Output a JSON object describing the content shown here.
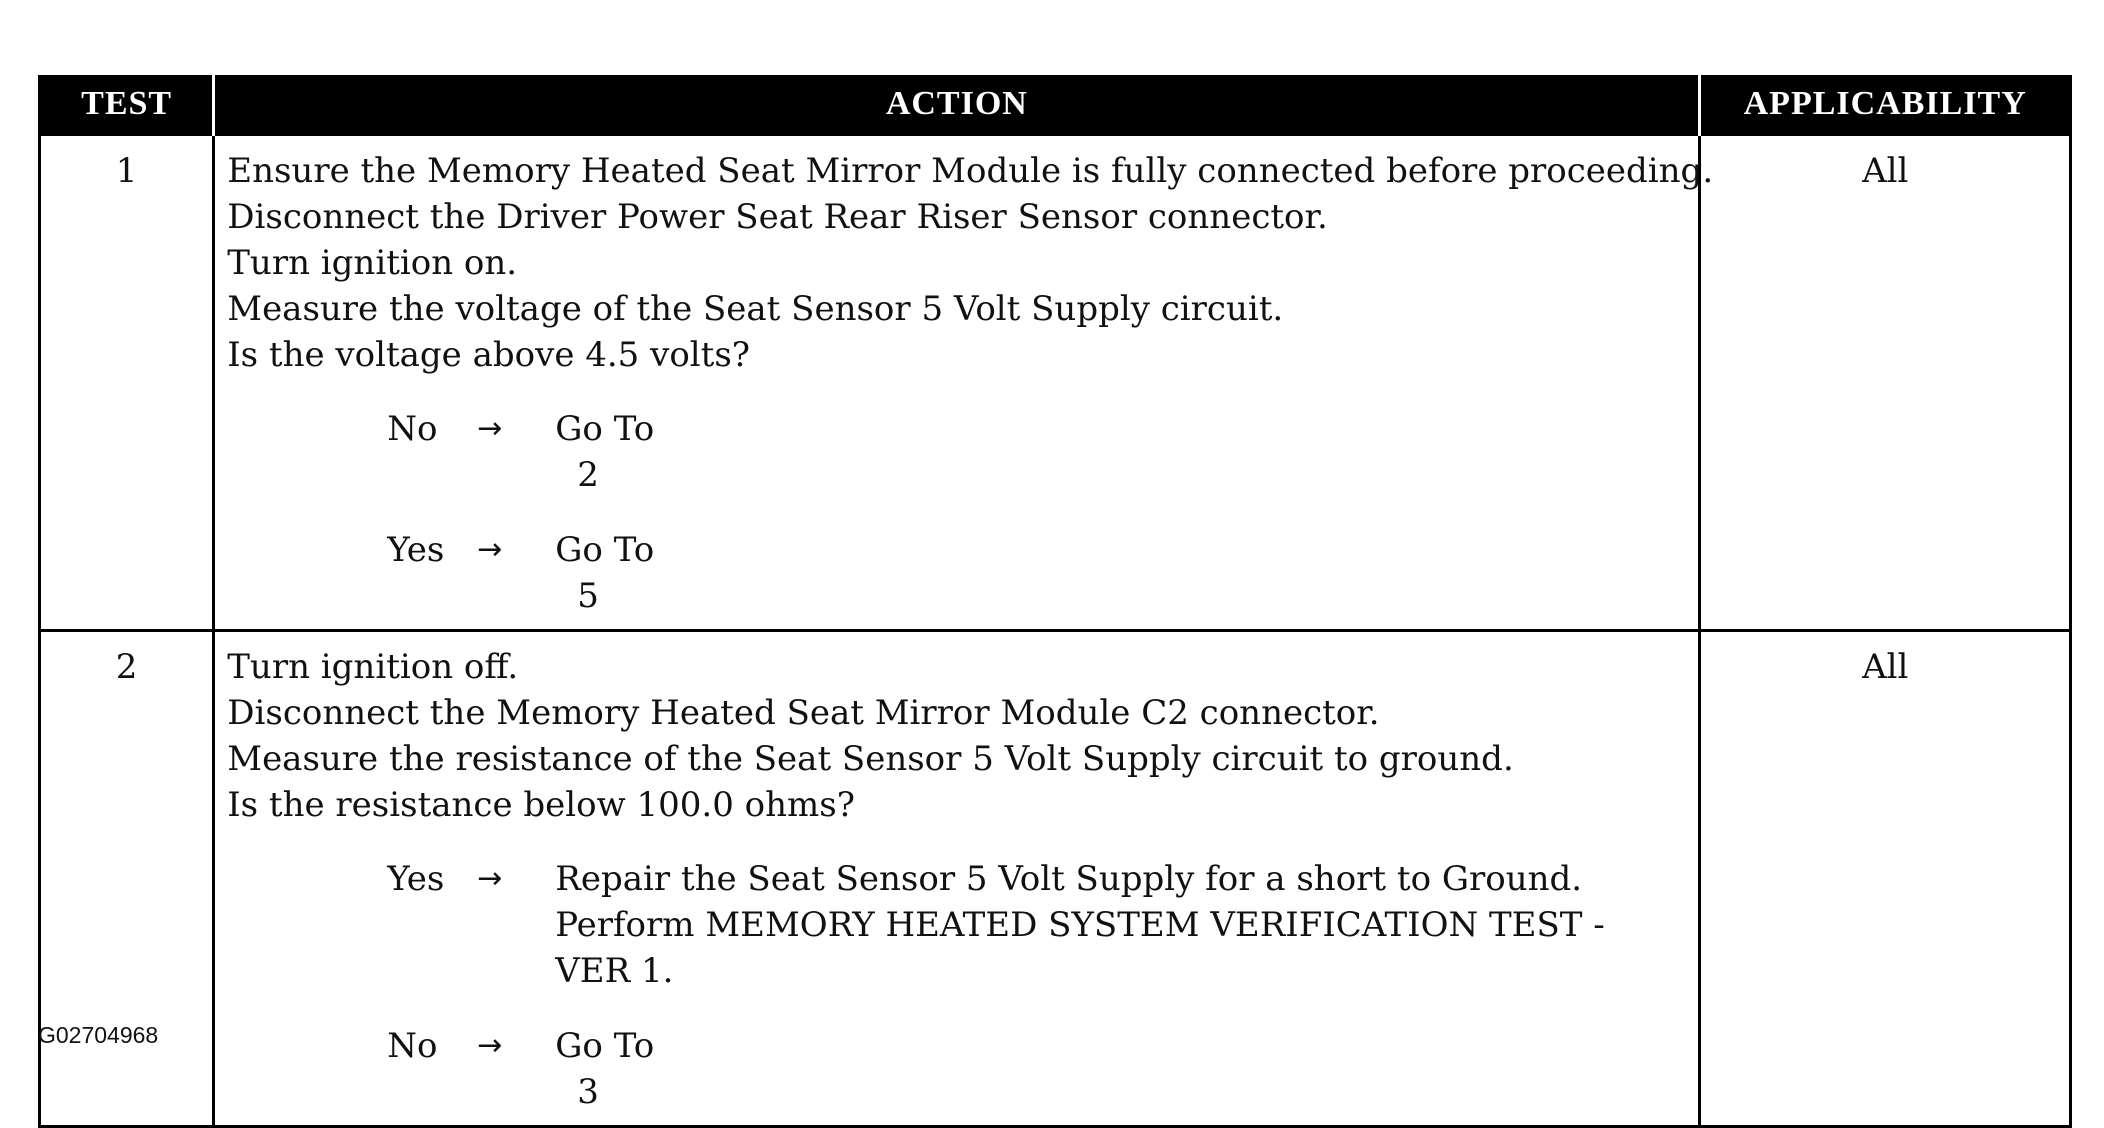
{
  "table": {
    "headers": {
      "test": "TEST",
      "action": "ACTION",
      "applicability": "APPLICABILITY"
    },
    "rows": [
      {
        "test": "1",
        "applicability": "All",
        "steps": [
          "Ensure the Memory Heated Seat Mirror Module is fully connected before proceeding.",
          "Disconnect the Driver Power Seat Rear Riser Sensor connector.",
          "Turn ignition on.",
          "Measure the voltage of the Seat Sensor 5 Volt Supply circuit.",
          "Is the voltage above 4.5 volts?"
        ],
        "options": [
          {
            "answer": "No",
            "arrow": "→",
            "goto_label": "Go To",
            "goto_num": "2"
          },
          {
            "answer": "Yes",
            "arrow": "→",
            "goto_label": "Go To",
            "goto_num": "5"
          }
        ]
      },
      {
        "test": "2",
        "applicability": "All",
        "steps": [
          "Turn ignition off.",
          "Disconnect the Memory Heated Seat Mirror Module C2 connector.",
          "Measure the resistance of the Seat Sensor 5 Volt Supply circuit to ground.",
          "Is the resistance below 100.0 ohms?"
        ],
        "options": [
          {
            "answer": "Yes",
            "arrow": "→",
            "result_lines": [
              "Repair the Seat Sensor 5 Volt Supply for a short to Ground.",
              "Perform MEMORY HEATED SYSTEM VERIFICATION TEST -",
              "VER 1."
            ]
          },
          {
            "answer": "No",
            "arrow": "→",
            "goto_label": "Go To",
            "goto_num": "3"
          }
        ]
      }
    ]
  },
  "figure_id": "G02704968"
}
